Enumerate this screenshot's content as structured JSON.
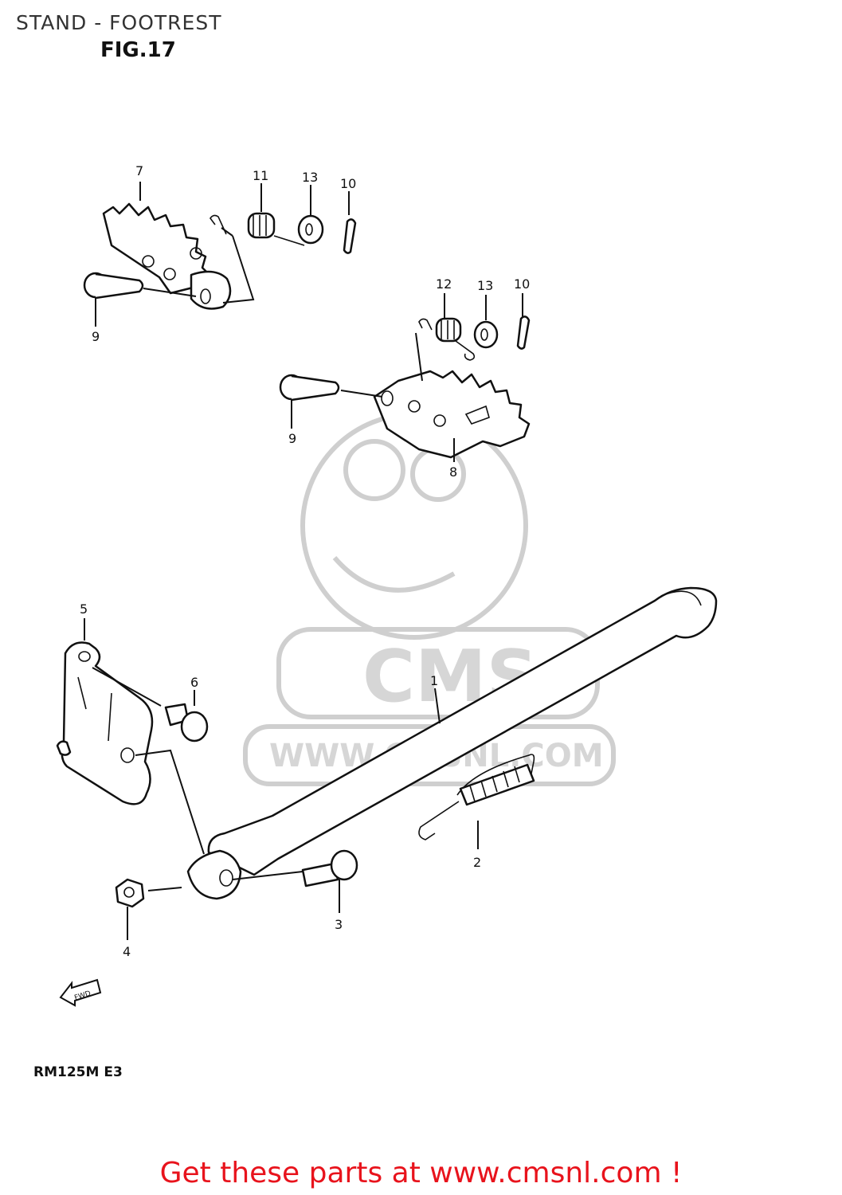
{
  "header": {
    "title": "STAND - FOOTREST",
    "figure": "FIG.17"
  },
  "model_code": "RM125M E3",
  "watermark": {
    "logo_text": "CMS",
    "url_text": "WWW.CMSNL.COM"
  },
  "fwd_label": "FWD",
  "part_labels": {
    "p1": "1",
    "p2": "2",
    "p3": "3",
    "p4": "4",
    "p5": "5",
    "p6": "6",
    "p7": "7",
    "p8": "8",
    "p9a": "9",
    "p9b": "9",
    "p10a": "10",
    "p10b": "10",
    "p11": "11",
    "p12": "12",
    "p13a": "13",
    "p13b": "13"
  },
  "cta": {
    "text": "Get these parts at www.cmsnl.com !"
  },
  "colors": {
    "cta": "#e8131c",
    "line_art": "#111111",
    "watermark": "#d6d6d6"
  }
}
